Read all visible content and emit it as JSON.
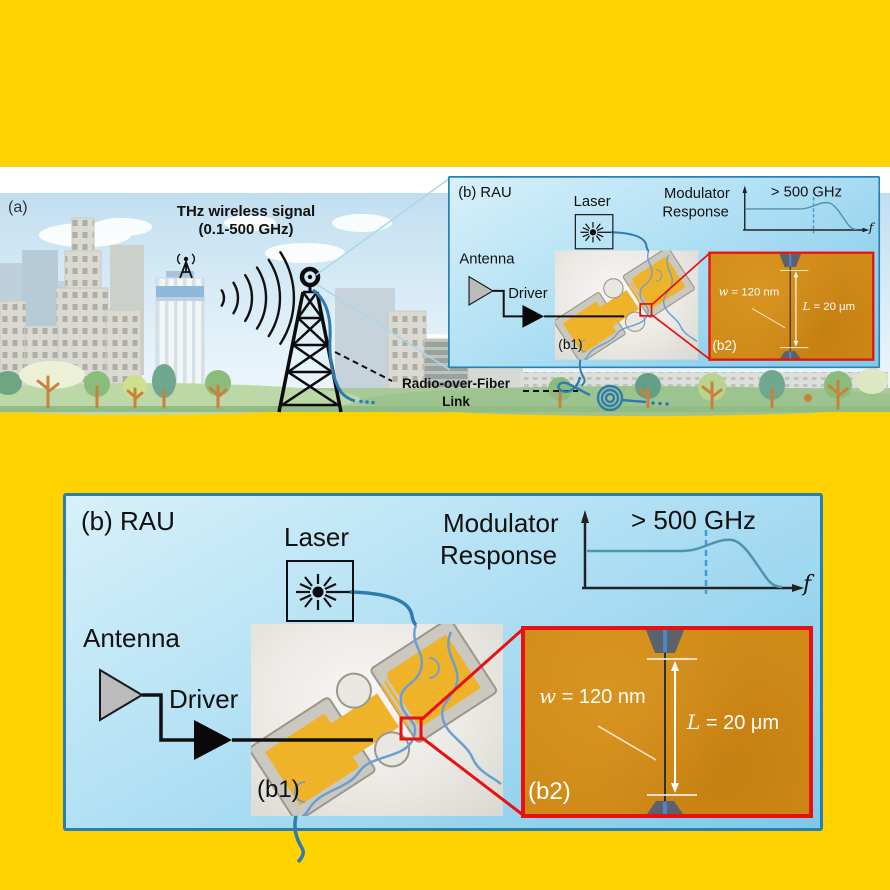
{
  "figure": {
    "panel_a": {
      "label": "(a)",
      "signal_line1": "THz wireless signal",
      "signal_line2": "(0.1-500 GHz)",
      "rof_line1": "Radio-over-Fiber",
      "rof_line2": "Link"
    },
    "rau": {
      "label": "(b) RAU",
      "laser": "Laser",
      "antenna": "Antenna",
      "driver": "Driver",
      "response_line1": "Modulator",
      "response_line2": "Response",
      "bandwidth": "> 500 GHz",
      "freq_axis": "f",
      "b1": "(b1)",
      "b2": "(b2)",
      "w_var": "w",
      "w_val": " = 120 nm",
      "L_var": "L",
      "L_val": " = 20 μm"
    },
    "graph": {
      "type": "line",
      "ylabel": "Modulator Response",
      "xlabel": "f",
      "annotation": "> 500 GHz",
      "shape": "flat response, slight peak near dashed cutoff, then roll-off"
    },
    "colors": {
      "background_yellow": "#ffd200",
      "panel_border_blue": "#2680b4",
      "panel_fill_blue": "#a9dcf2",
      "callout_red": "#e81111",
      "chip_gold": "#efb32a",
      "sem_orange": "#cf8a18",
      "fiber_blue": "#2e7bb0",
      "curve_teal": "#4f93ad"
    }
  }
}
